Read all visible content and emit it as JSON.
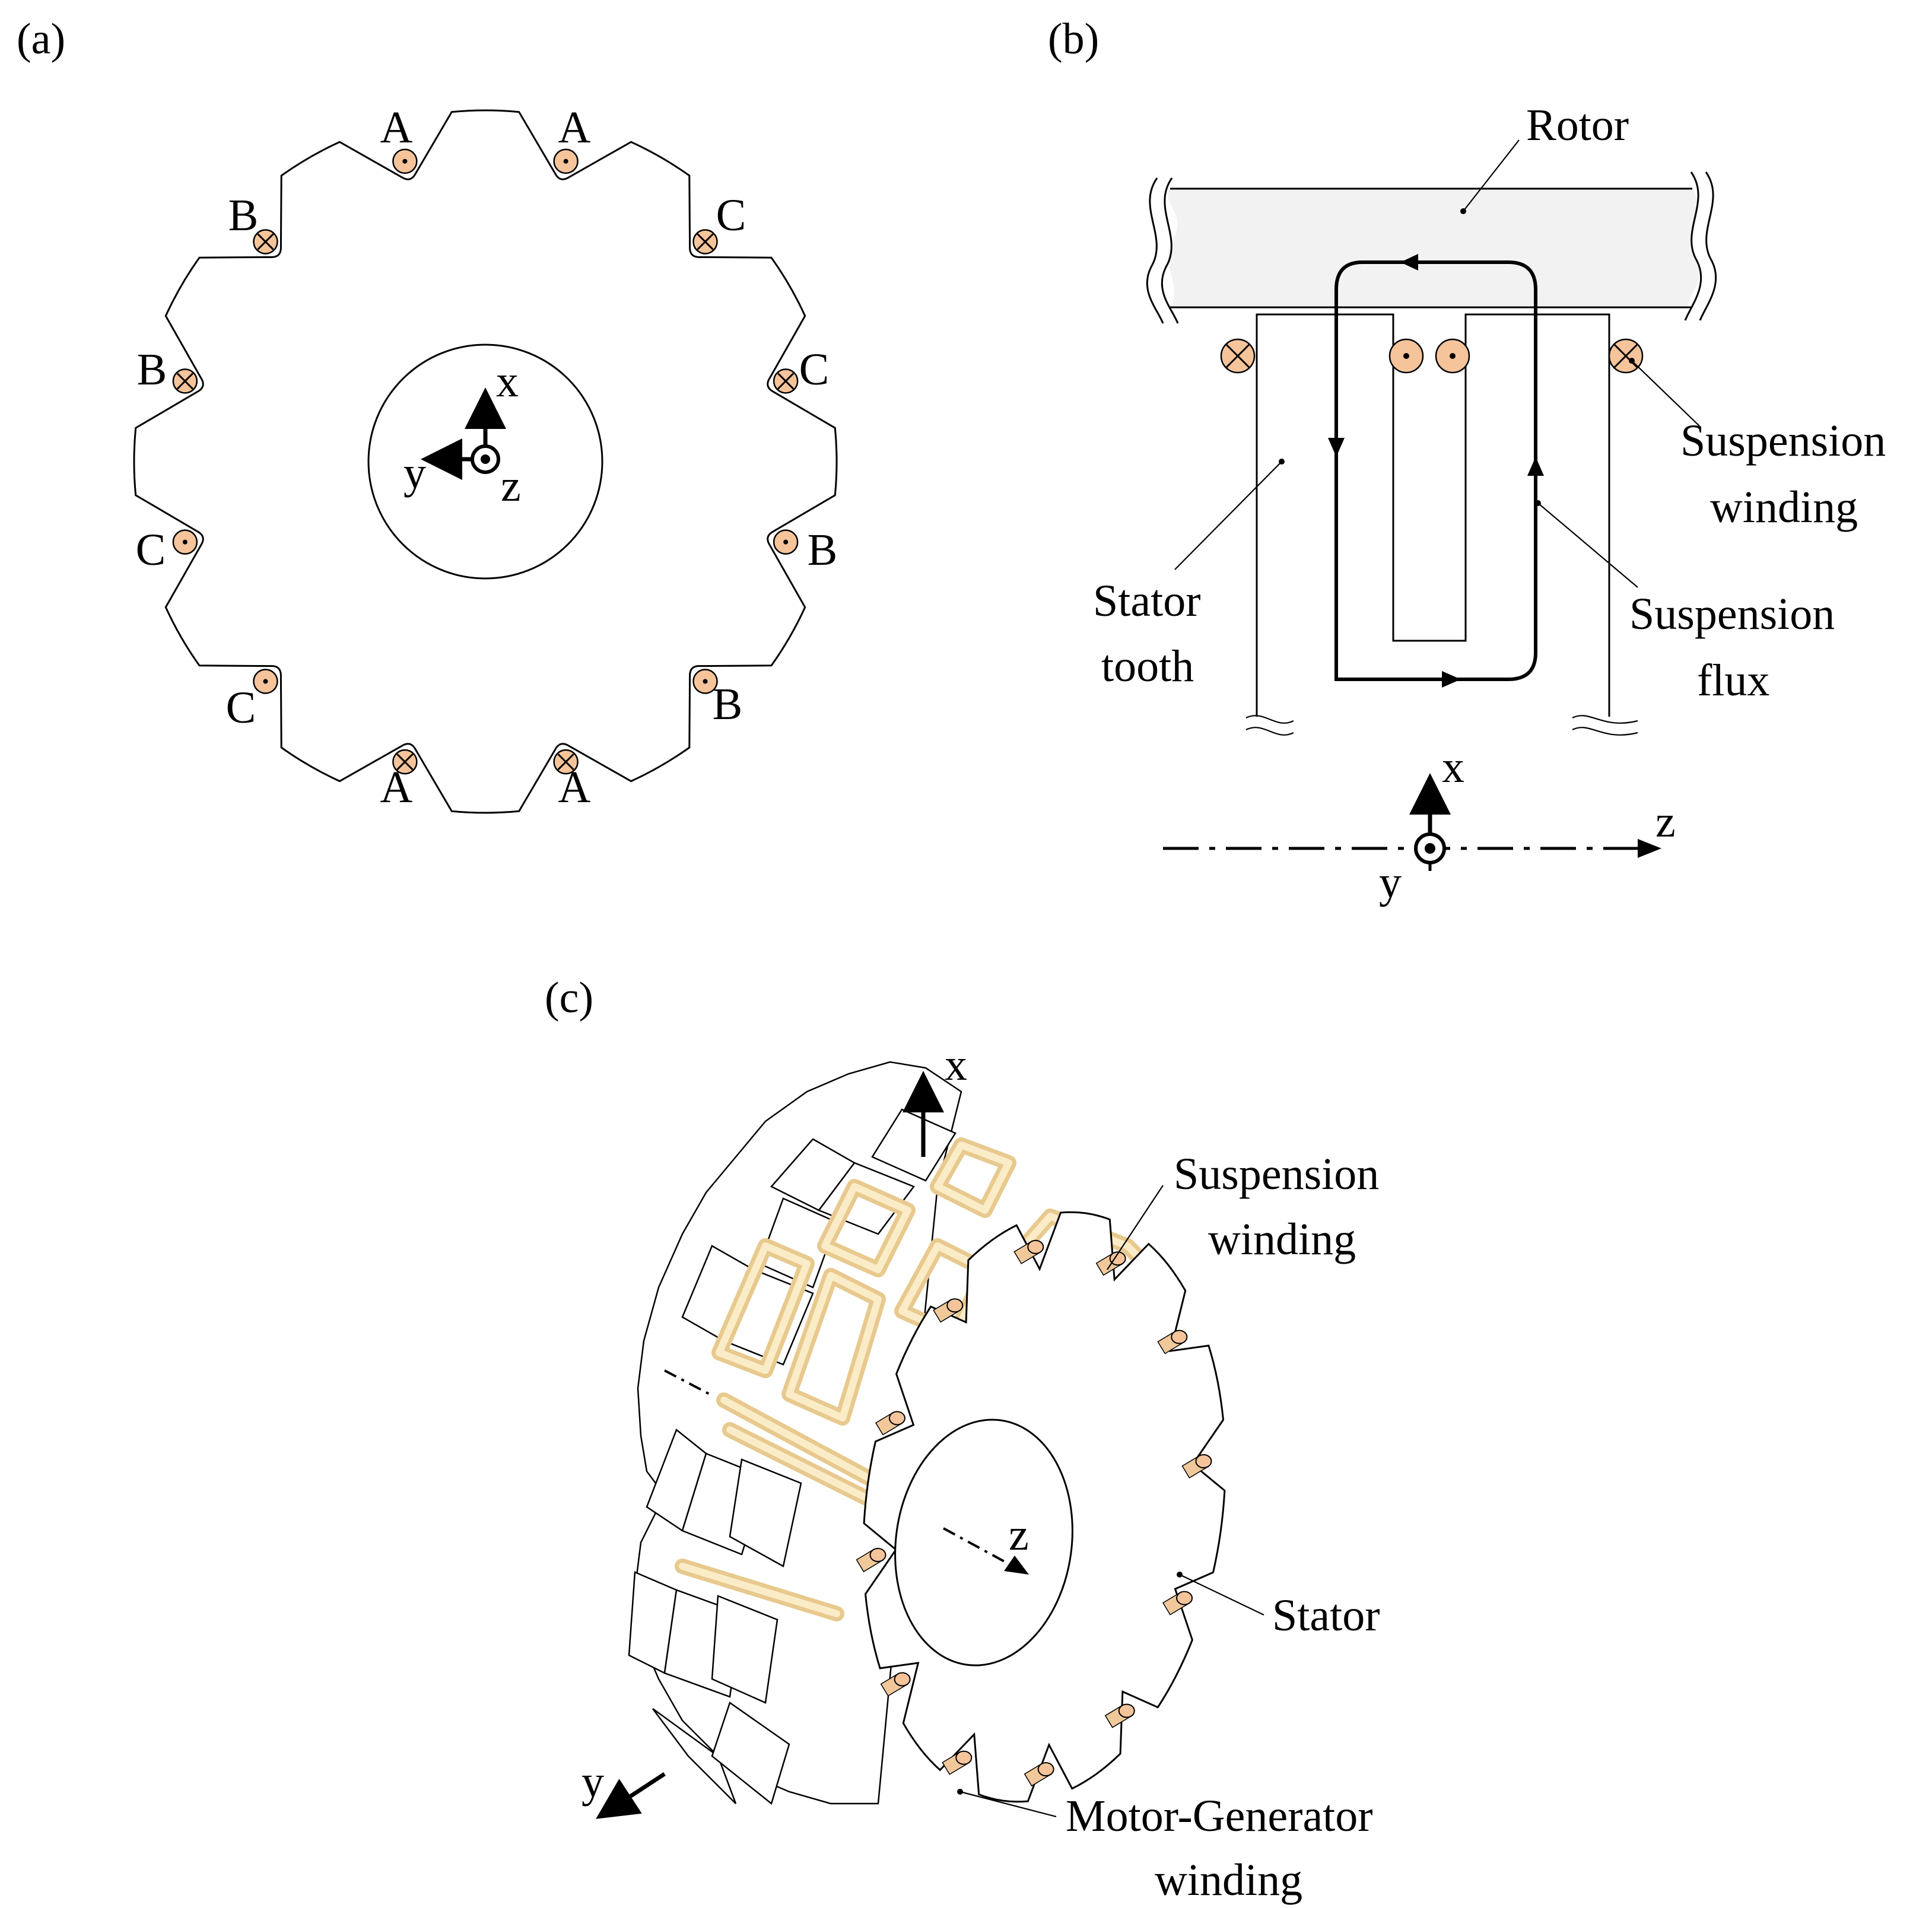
{
  "panels": {
    "a": {
      "label": "(a)"
    },
    "b": {
      "label": "(b)"
    },
    "c": {
      "label": "(c)"
    }
  },
  "panel_a": {
    "slot_labels": [
      "A",
      "A",
      "C",
      "C",
      "B",
      "B",
      "A",
      "A",
      "C",
      "C",
      "B",
      "B"
    ],
    "axes": {
      "x": "x",
      "y": "y",
      "z": "z"
    }
  },
  "panel_b": {
    "rotor": "Rotor",
    "suspension_winding": [
      "Suspension",
      "winding"
    ],
    "stator_tooth": [
      "Stator",
      "tooth"
    ],
    "suspension_flux": [
      "Suspension",
      "flux"
    ],
    "axes": {
      "x": "x",
      "y": "y",
      "z": "z"
    }
  },
  "panel_c": {
    "suspension_winding": [
      "Suspension",
      "winding"
    ],
    "stator": "Stator",
    "mg_winding": [
      "Motor-Generator",
      "winding"
    ],
    "axes": {
      "x": "x",
      "y": "y",
      "z": "z"
    }
  },
  "colors": {
    "coil": "#f6c49a",
    "winding": "#e8c98e",
    "rotor": "#f2f2f2"
  }
}
